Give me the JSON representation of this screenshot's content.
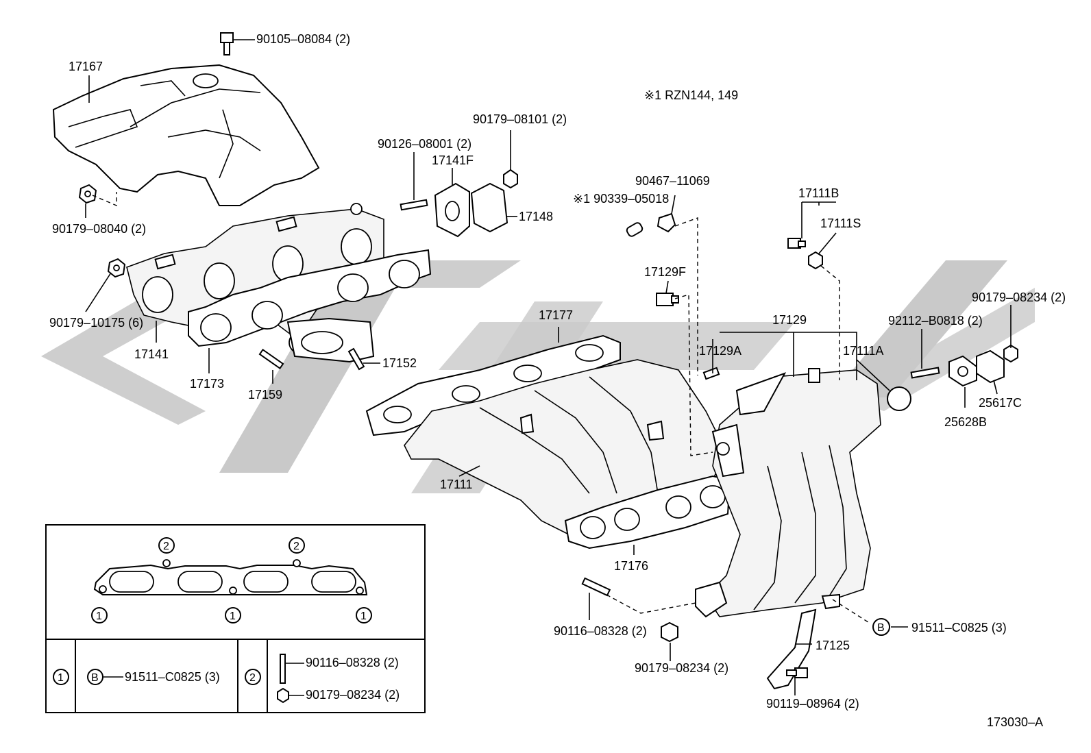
{
  "note": "※1 RZN144, 149",
  "diagram_id": "173030–A",
  "parts": [
    {
      "id": "p90105",
      "label": "90105–08084 (2)"
    },
    {
      "id": "p17167",
      "label": "17167"
    },
    {
      "id": "p90179-08040",
      "label": "90179–08040 (2)"
    },
    {
      "id": "p90179-10175",
      "label": "90179–10175 (6)"
    },
    {
      "id": "p17141",
      "label": "17141"
    },
    {
      "id": "p17173",
      "label": "17173"
    },
    {
      "id": "p17159",
      "label": "17159"
    },
    {
      "id": "p17152",
      "label": "17152"
    },
    {
      "id": "p90126",
      "label": "90126–08001 (2)"
    },
    {
      "id": "p17141F",
      "label": "17141F"
    },
    {
      "id": "p90179-08101",
      "label": "90179–08101 (2)"
    },
    {
      "id": "p17148",
      "label": "17148"
    },
    {
      "id": "p90339",
      "label": "※1 90339–05018"
    },
    {
      "id": "p90467",
      "label": "90467–11069"
    },
    {
      "id": "p17129F",
      "label": "17129F"
    },
    {
      "id": "p17111B",
      "label": "17111B"
    },
    {
      "id": "p17111S",
      "label": "17111S"
    },
    {
      "id": "p90179-08234a",
      "label": "90179–08234 (2)"
    },
    {
      "id": "p92112",
      "label": "92112–B0818 (2)"
    },
    {
      "id": "p17129",
      "label": "17129"
    },
    {
      "id": "p17129A",
      "label": "17129A"
    },
    {
      "id": "p17111A",
      "label": "17111A"
    },
    {
      "id": "p25628B",
      "label": "25628B"
    },
    {
      "id": "p25617C",
      "label": "25617C"
    },
    {
      "id": "p17177",
      "label": "17177"
    },
    {
      "id": "p17111",
      "label": "17111"
    },
    {
      "id": "p17176",
      "label": "17176"
    },
    {
      "id": "p90116",
      "label": "90116–08328 (2)"
    },
    {
      "id": "p90179-08234b",
      "label": "90179–08234 (2)"
    },
    {
      "id": "p17125",
      "label": "17125"
    },
    {
      "id": "p91511",
      "label": "91511–C0825 (3)"
    },
    {
      "id": "p90119",
      "label": "90119–08964 (2)"
    }
  ],
  "callouts": {
    "b": "B",
    "one": "1",
    "two": "2"
  },
  "legend": {
    "fastener_b": "91511–C0825 (3)",
    "stud": "90116–08328 (2)",
    "nut": "90179–08234 (2)"
  }
}
